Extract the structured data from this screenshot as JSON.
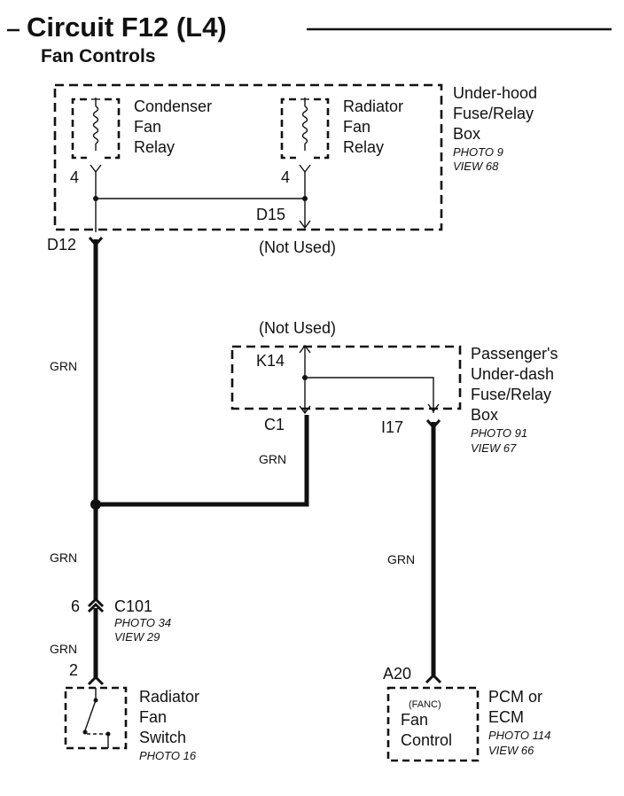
{
  "header": {
    "title": "Circuit F12 (L4)",
    "subtitle": "Fan Controls"
  },
  "underhood_box": {
    "name_lines": [
      "Under-hood",
      "Fuse/Relay",
      "Box"
    ],
    "photo": "PHOTO 9",
    "view": "VIEW 68"
  },
  "condenser_relay": {
    "name_lines": [
      "Condenser",
      "Fan",
      "Relay"
    ],
    "pin": "4"
  },
  "radiator_relay": {
    "name_lines": [
      "Radiator",
      "Fan",
      "Relay"
    ],
    "pin": "4"
  },
  "terminals": {
    "d15": "D15",
    "d12": "D12",
    "not_used_1": "(Not Used)",
    "not_used_2": "(Not Used)",
    "k14": "K14",
    "c1": "C1",
    "i17": "I17",
    "a20": "A20"
  },
  "passenger_box": {
    "name_lines": [
      "Passenger's",
      "Under-dash",
      "Fuse/Relay",
      "Box"
    ],
    "photo": "PHOTO 91",
    "view": "VIEW 67"
  },
  "wires": {
    "grn_1": "GRN",
    "grn_2": "GRN",
    "grn_3": "GRN",
    "grn_4": "GRN",
    "grn_5": "GRN"
  },
  "connector_c101": {
    "pin": "6",
    "name": "C101",
    "photo": "PHOTO 34",
    "view": "VIEW 29"
  },
  "fan_switch": {
    "pin": "2",
    "name_lines": [
      "Radiator",
      "Fan",
      "Switch"
    ],
    "photo": "PHOTO 16"
  },
  "pcm": {
    "code": "(FANC)",
    "inner_lines": [
      "Fan",
      "Control"
    ],
    "name_lines": [
      "PCM or",
      "ECM"
    ],
    "photo": "PHOTO 114",
    "view": "VIEW 66"
  }
}
